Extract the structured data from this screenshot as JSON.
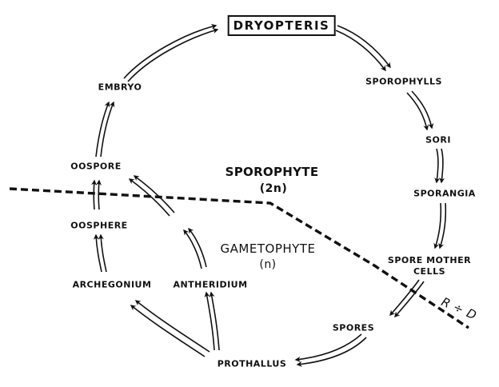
{
  "diagram": {
    "title": "DRYOPTERIS",
    "stages": {
      "sporophylls": "SPOROPHYLLS",
      "sori": "SORI",
      "sporangia": "SPORANGIA",
      "spore_mother_cells_1": "SPORE MOTHER",
      "spore_mother_cells_2": "CELLS",
      "spores": "SPORES",
      "prothallus": "PROTHALLUS",
      "archegonium": "ARCHEGONIUM",
      "antheridium": "ANTHERIDIUM",
      "oosphere": "OOSPHERE",
      "oospore": "OOSPORE",
      "embryo": "EMBRYO"
    },
    "phases": {
      "sporophyte": "SPOROPHYTE",
      "sporophyte_ploidy": "(2n)",
      "gametophyte": "GAMETOPHYTE",
      "gametophyte_ploidy": "(n)"
    },
    "division_label": "R ÷ D"
  },
  "colors": {
    "ink": "#111111",
    "background": "#ffffff"
  }
}
